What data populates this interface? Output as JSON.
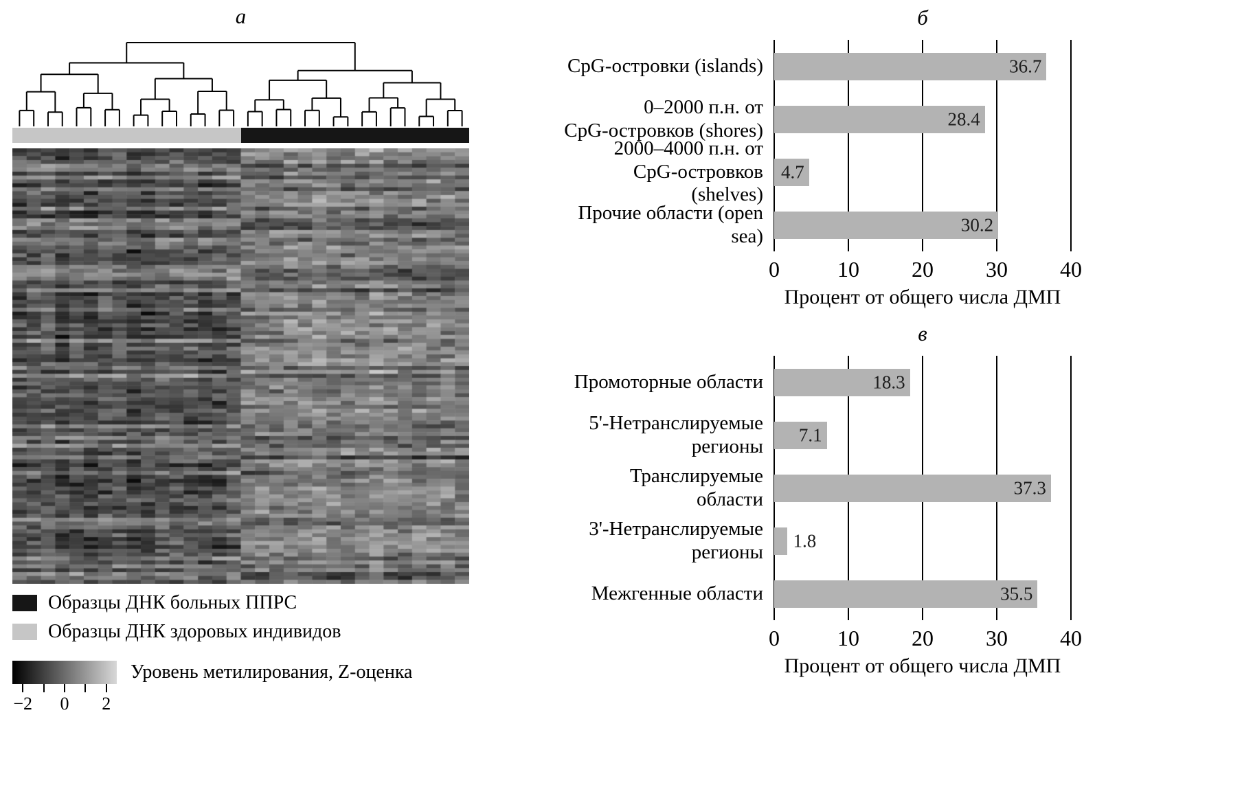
{
  "figure": {
    "panel_labels": [
      "а",
      "б",
      "в"
    ]
  },
  "chart_data": [
    {
      "type": "heatmap",
      "title": "а",
      "note": "Иерархическая кластеризация образцов; значения отдельных ячеек не подписаны",
      "value_scale": {
        "range": [
          -2.5,
          2.5
        ]
      },
      "colorbar": {
        "label": "Уровень метилирования, Z-оценка",
        "ticks": [
          {
            "v": -2,
            "label": "−2"
          },
          {
            "v": -1,
            "label": ""
          },
          {
            "v": 0,
            "label": "0"
          },
          {
            "v": 1,
            "label": ""
          },
          {
            "v": 2,
            "label": "2"
          }
        ]
      },
      "legend": [
        {
          "label": "Образцы ДНК больных ППРС",
          "color": "#161616"
        },
        {
          "label": "Образцы ДНК здоровых индивидов",
          "color": "#c6c6c6"
        }
      ],
      "column_groups": [
        {
          "position": "left",
          "group": "Образцы ДНК здоровых индивидов",
          "color": "#c6c6c6"
        },
        {
          "position": "right",
          "group": "Образцы ДНК больных ППРС",
          "color": "#161616"
        }
      ],
      "render": {
        "seed": 42,
        "rows": 112,
        "cols_left": 16,
        "cols_right": 16
      }
    },
    {
      "type": "bar",
      "orientation": "horizontal",
      "title": "б",
      "categories": [
        "CpG-островки (islands)",
        [
          "0–2000 п.н. от",
          "CpG-островков (shores)"
        ],
        [
          "2000–4000 п.н. от",
          "CpG-островков (shelves)"
        ],
        "Прочие области (open sea)"
      ],
      "values": [
        36.7,
        28.4,
        4.7,
        30.2
      ],
      "xlabel": "Процент от общего числа ДМП",
      "xlim": [
        0,
        40
      ],
      "xticks": [
        0,
        10,
        20,
        30,
        40
      ],
      "bar_color": "#b3b3b3",
      "grid": true,
      "legend_position": "none"
    },
    {
      "type": "bar",
      "orientation": "horizontal",
      "title": "в",
      "categories": [
        "Промоторные области",
        [
          "5'-Нетранслируемые",
          "регионы"
        ],
        "Транслируемые области",
        [
          "3'-Нетранслируемые",
          "регионы"
        ],
        "Межгенные области"
      ],
      "values": [
        18.3,
        7.1,
        37.3,
        1.8,
        35.5
      ],
      "xlabel": "Процент от общего числа ДМП",
      "xlim": [
        0,
        40
      ],
      "xticks": [
        0,
        10,
        20,
        30,
        40
      ],
      "bar_color": "#b3b3b3",
      "grid": true,
      "legend_position": "none"
    }
  ]
}
